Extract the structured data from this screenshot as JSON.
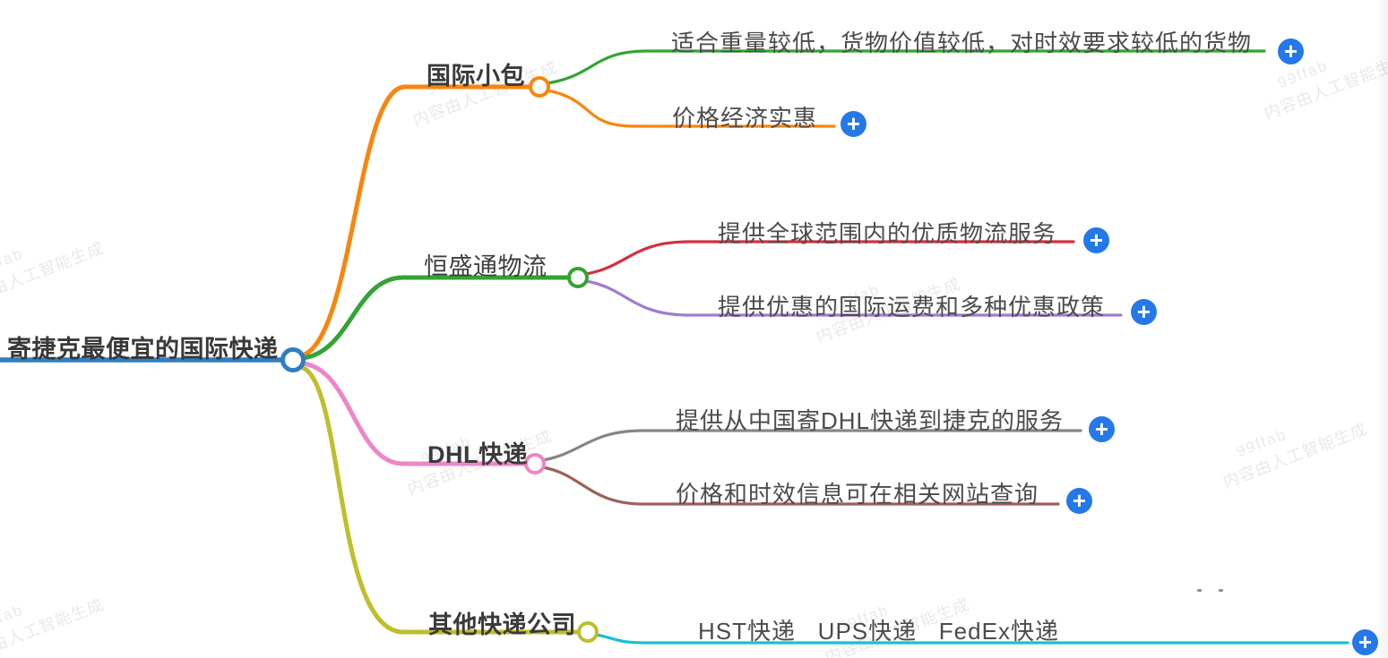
{
  "root": {
    "label": "寄捷克最便宜的国际快递",
    "color": "#2e7fc2"
  },
  "branches": [
    {
      "label": "国际小包",
      "color": "#f8860d",
      "children": [
        {
          "label": "适合重量较低，货物价值较低，对时效要求较低的货物",
          "color": "#33a433"
        },
        {
          "label": "价格经济实惠",
          "color": "#f8860d"
        }
      ]
    },
    {
      "label": "恒盛通物流",
      "color": "#33a433",
      "children": [
        {
          "label": "提供全球范围内的优质物流服务",
          "color": "#d42f3f"
        },
        {
          "label": "提供优惠的国际运费和多种优惠政策",
          "color": "#9f7bd1"
        }
      ]
    },
    {
      "label": "DHL快递",
      "color": "#ef85c8",
      "children": [
        {
          "label": "提供从中国寄DHL快递到捷克的服务",
          "color": "#868686"
        },
        {
          "label": "价格和时效信息可在相关网站查询",
          "color": "#9c6157"
        }
      ]
    },
    {
      "label": "其他快递公司",
      "color": "#bdbf2b",
      "children": [
        {
          "label": "HST快递   UPS快递   FedEx快递",
          "color": "#17c0d3"
        }
      ]
    }
  ],
  "add_button": {
    "symbol": "+",
    "color": "#2478e8"
  },
  "watermark": {
    "line1": "99ffab",
    "line2": "内容由人工智能生成"
  }
}
